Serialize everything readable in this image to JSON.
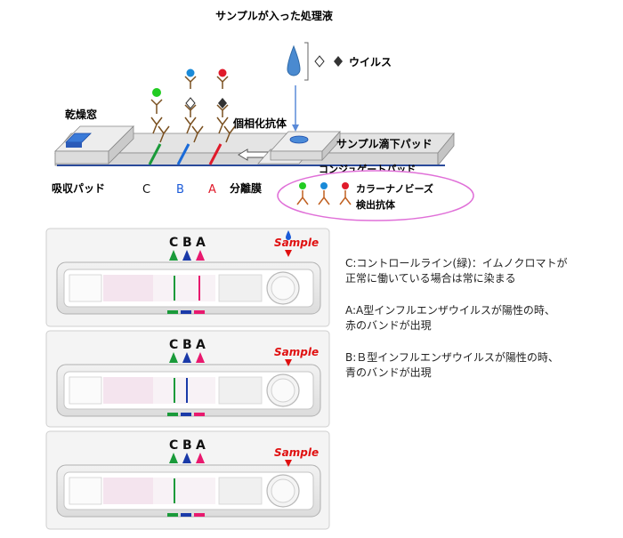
{
  "diagram": {
    "sample_title": "サンプルが入った処理液",
    "virus_label": "ウイルス",
    "drying_window": "乾燥窓",
    "antibody_label": "個相化抗体",
    "sample_pad": "サンプル滴下パッド",
    "conjugate_pad": "コンジュゲートパッド",
    "absorb_pad": "吸収パッド",
    "line_c": "C",
    "line_b": "B",
    "line_a": "A",
    "separation_membrane": "分離膜",
    "bubble_line1": "カラーナノビーズ",
    "bubble_line2": "検出抗体"
  },
  "strips": [
    {
      "letters": [
        "C",
        "B",
        "A"
      ],
      "sample_label": "Sample",
      "band_c": true,
      "band_b": false,
      "band_a": true
    },
    {
      "letters": [
        "C",
        "B",
        "A"
      ],
      "sample_label": "Sample",
      "band_c": true,
      "band_b": true,
      "band_a": false
    },
    {
      "letters": [
        "C",
        "B",
        "A"
      ],
      "sample_label": "Sample",
      "band_c": true,
      "band_b": false,
      "band_a": false
    }
  ],
  "notes": {
    "c_line1": "C:コントロールライン(緑)：イムノクロマトが",
    "c_line2": "正常に働いている場合は常に染まる",
    "a_line1": "A:A型インフルエンザウイルスが陽性の時、",
    "a_line2": "赤のバンドが出現",
    "b_line1": "B:Ｂ型インフルエンザウイルスが陽性の時、",
    "b_line2": "青のバンドが出現"
  },
  "colors": {
    "green": "#1a9a3a",
    "blue": "#1a3aa8",
    "red": "#e8196e",
    "sample_red": "#e01010"
  }
}
